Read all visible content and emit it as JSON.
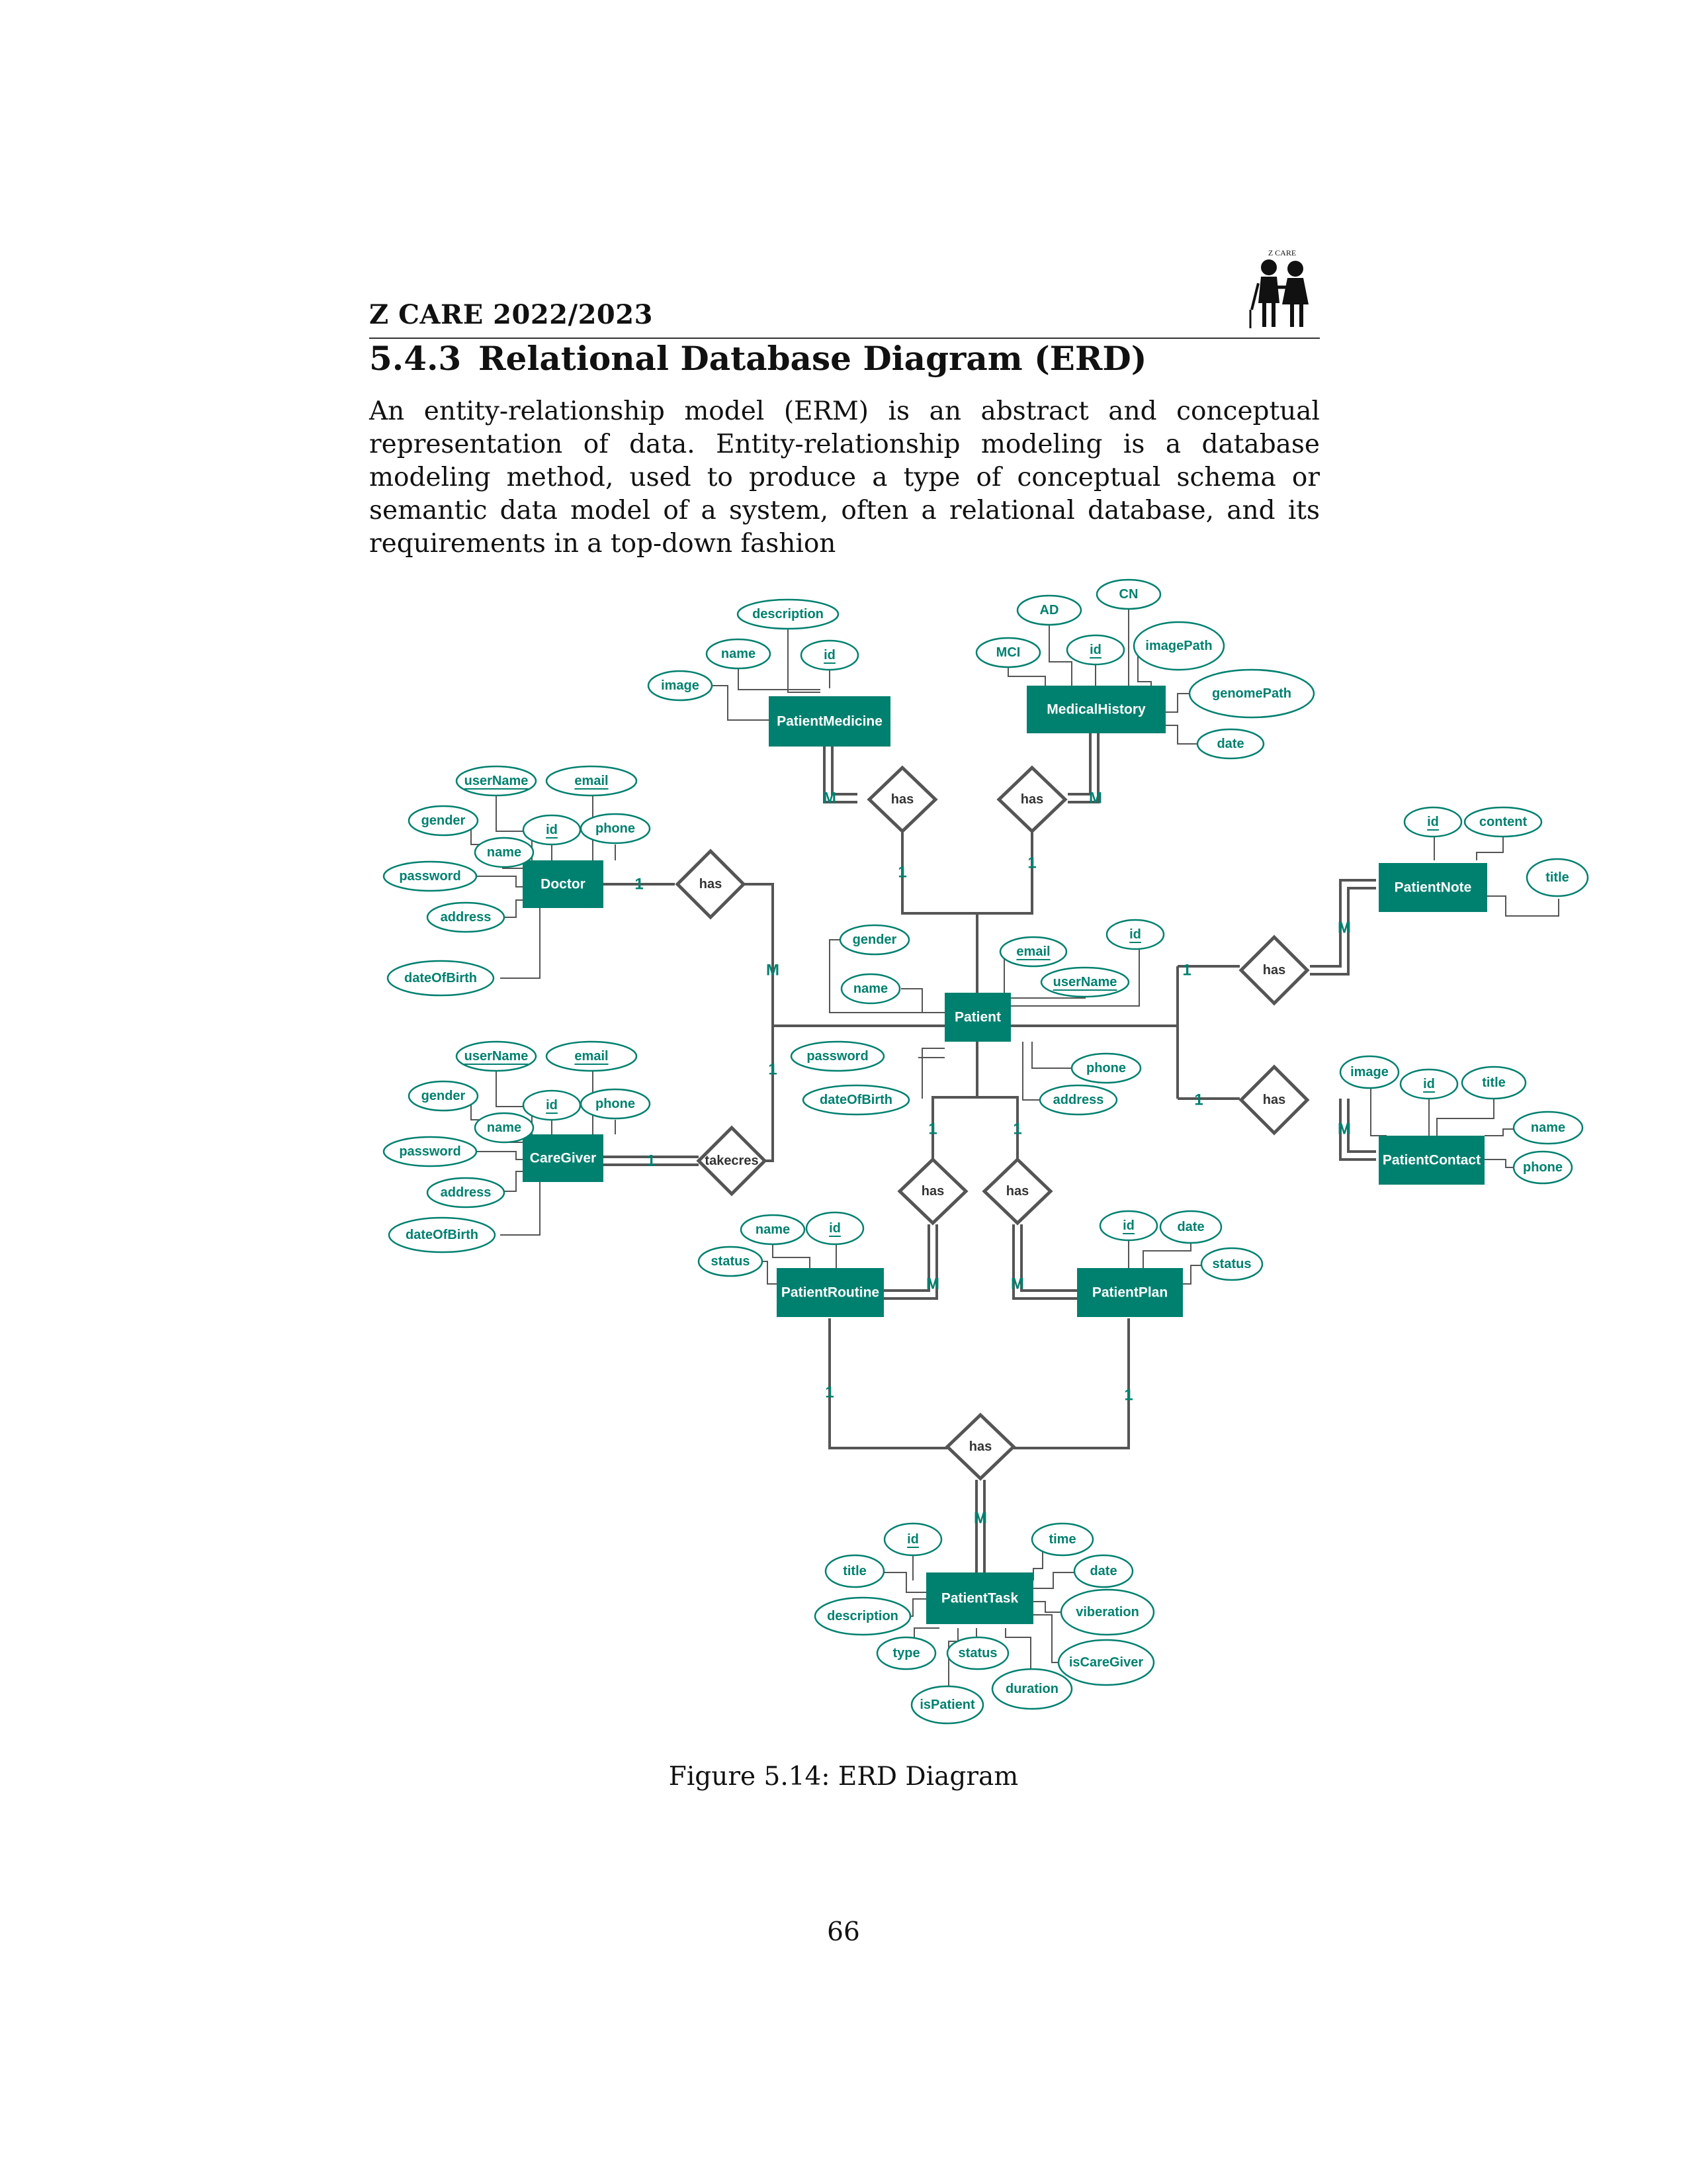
{
  "header": {
    "title": "Z CARE 2022/2023",
    "logo_text": "Z CARE"
  },
  "section": {
    "number": "5.4.3",
    "title": "Relational Database Diagram (ERD)"
  },
  "intro": "An entity-relationship model (ERM) is an abstract and conceptual representation of data. Entity-relationship modeling is a database modeling method, used to produce a type of conceptual schema or semantic data model of a system, often a relational database, and its requirements in a top-down fashion",
  "colors": {
    "entity": "#00806f",
    "attribute_stroke": "#00806f",
    "attribute_text": "#00806f",
    "line": "#555555",
    "cardinality": "#00806f"
  },
  "entities": {
    "patient_medicine": "PatientMedicine",
    "medical_history": "MedicalHistory",
    "doctor": "Doctor",
    "caregiver": "CareGiver",
    "patient": "Patient",
    "patient_note": "PatientNote",
    "patient_contact": "PatientContact",
    "patient_routine": "PatientRoutine",
    "patient_plan": "PatientPlan",
    "patient_task": "PatientTask"
  },
  "relationships": {
    "has": "has",
    "takecres": "takecres"
  },
  "cardinalities": {
    "one": "1",
    "many": "M"
  },
  "attributes": {
    "description": "description",
    "name": "name",
    "id": "id",
    "image": "image",
    "ad": "AD",
    "cn": "CN",
    "mci": "MCI",
    "image_path": "imagePath",
    "genome_path": "genomePath",
    "date": "date",
    "user_name": "userName",
    "email": "email",
    "gender": "gender",
    "phone": "phone",
    "password": "password",
    "address": "address",
    "date_of_birth": "dateOfBirth",
    "content": "content",
    "title": "title",
    "status": "status",
    "time": "time",
    "viberation": "viberation",
    "type": "type",
    "is_care_giver": "isCareGiver",
    "is_patient": "isPatient",
    "duration": "duration"
  },
  "caption": "Figure 5.14: ERD Diagram",
  "page_number": "66"
}
